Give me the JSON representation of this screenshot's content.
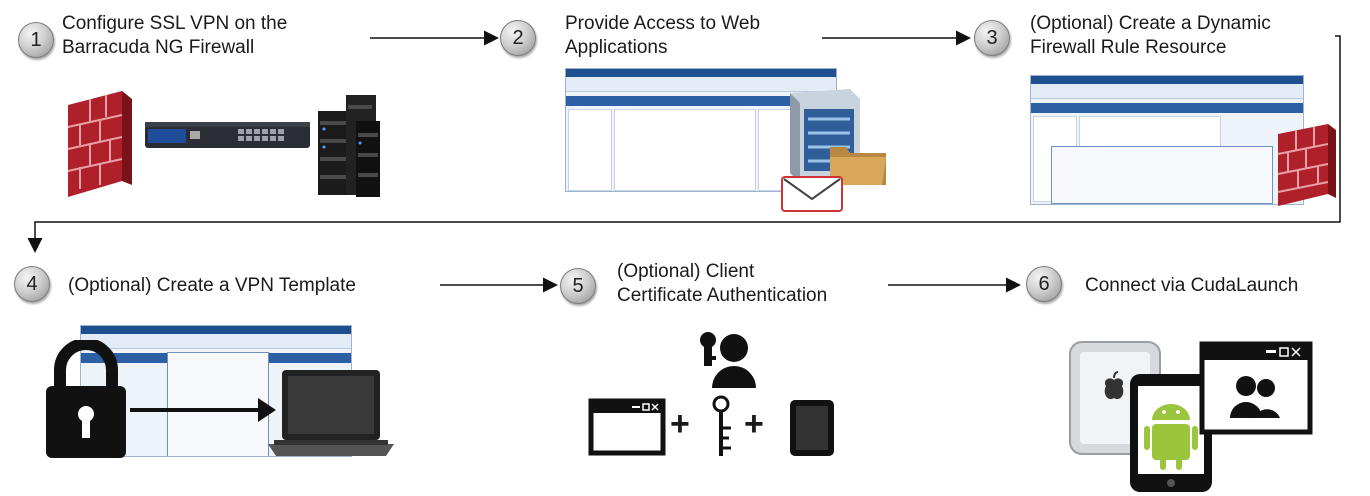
{
  "steps": [
    {
      "number": "1",
      "line1": "Configure SSL VPN on the",
      "line2": "Barracuda NG Firewall"
    },
    {
      "number": "2",
      "line1": "Provide Access to Web",
      "line2": "Applications"
    },
    {
      "number": "3",
      "line1": "(Optional) Create a Dynamic",
      "line2": "Firewall Rule Resource"
    },
    {
      "number": "4",
      "line1": "(Optional) Create a VPN Template"
    },
    {
      "number": "5",
      "line1": "(Optional) Client",
      "line2": "Certificate Authentication"
    },
    {
      "number": "6",
      "line1": "Connect via CudaLaunch"
    }
  ],
  "plus_sign": "+"
}
